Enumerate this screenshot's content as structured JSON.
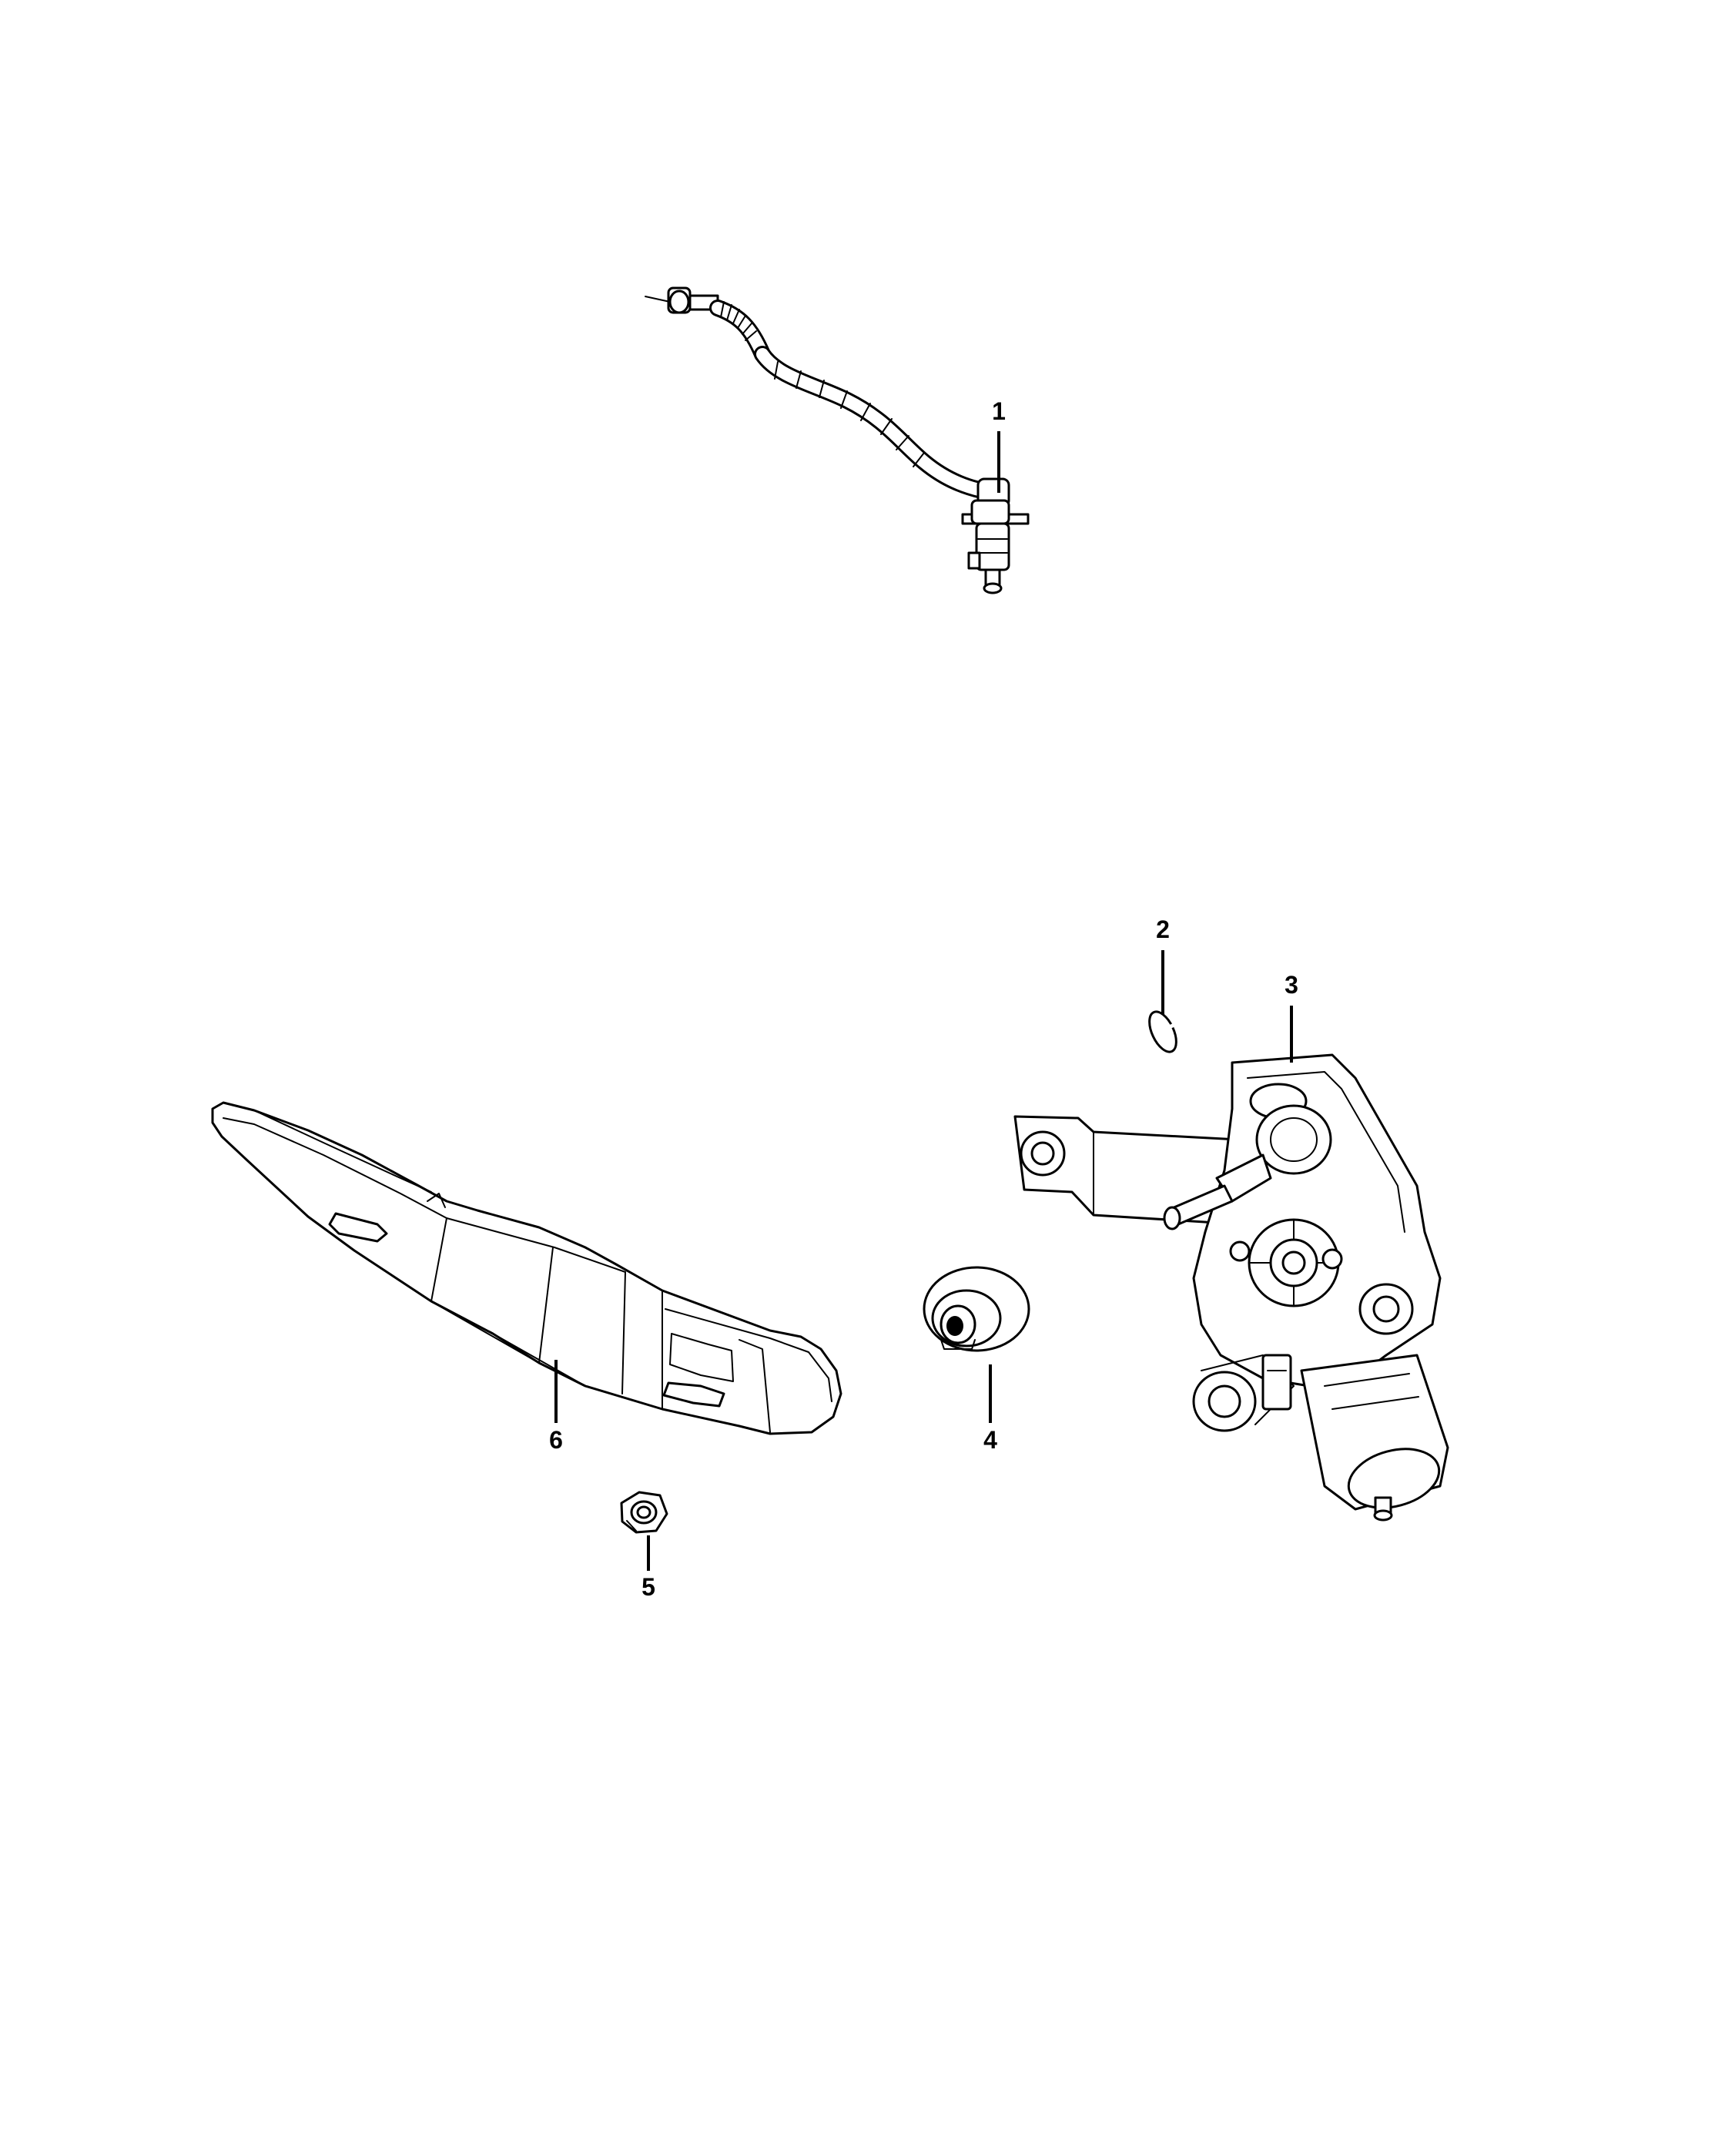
{
  "callouts": [
    {
      "id": "1",
      "label": "1"
    },
    {
      "id": "2",
      "label": "2"
    },
    {
      "id": "3",
      "label": "3"
    },
    {
      "id": "4",
      "label": "4"
    },
    {
      "id": "5",
      "label": "5"
    },
    {
      "id": "6",
      "label": "6"
    }
  ],
  "parts": [
    {
      "callout": "1",
      "name": "washer-hose"
    },
    {
      "callout": "2",
      "name": "rivet"
    },
    {
      "callout": "3",
      "name": "wiper-motor"
    },
    {
      "callout": "4",
      "name": "grommet"
    },
    {
      "callout": "5",
      "name": "nut"
    },
    {
      "callout": "6",
      "name": "wiper-arm"
    }
  ],
  "colors": {
    "line": "#000000",
    "background": "#ffffff"
  }
}
